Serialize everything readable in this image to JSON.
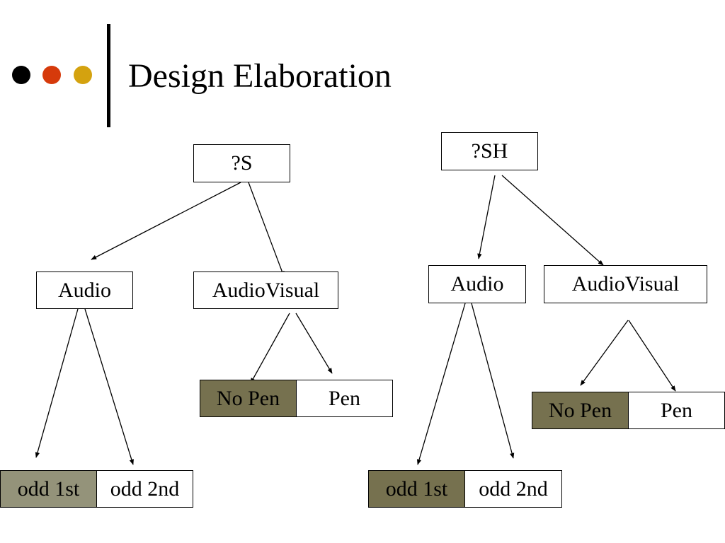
{
  "slide": {
    "title": "Design Elaboration",
    "bullet_colors": [
      "#000000",
      "#d63a0b",
      "#d4a20f"
    ]
  },
  "tree_s": {
    "root": "?S",
    "audio": "Audio",
    "audiovisual": "AudioVisual",
    "av_no_pen": "No Pen",
    "av_pen": "Pen",
    "audio_odd_1st": "odd 1st",
    "audio_odd_2nd": "odd 2nd"
  },
  "tree_sh": {
    "root": "?SH",
    "audio": "Audio",
    "audiovisual": "AudioVisual",
    "av_no_pen": "No Pen",
    "av_pen": "Pen",
    "audio_odd_1st": "odd 1st",
    "audio_odd_2nd": "odd 2nd"
  },
  "colors": {
    "cell_dark": "#76714f",
    "cell_mid": "#94937a"
  }
}
